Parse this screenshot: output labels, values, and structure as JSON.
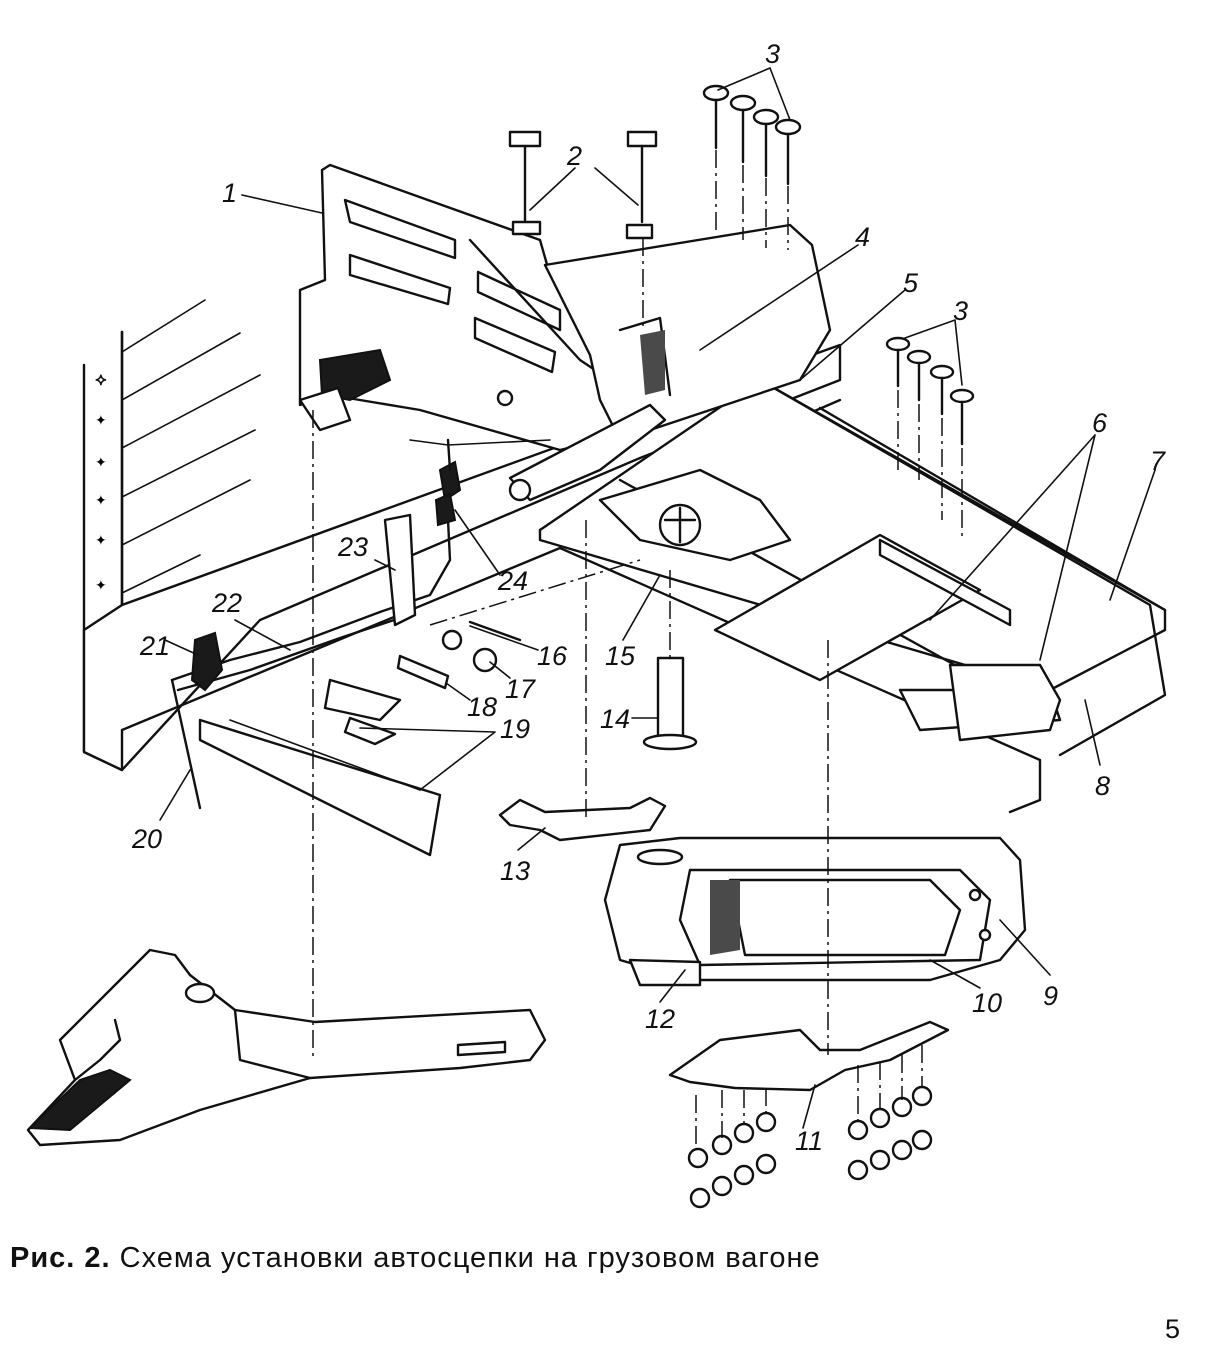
{
  "figure": {
    "caption_prefix": "Рис. 2.",
    "caption_text": "Схема установки автосцепки на грузовом вагоне",
    "labels": [
      "1",
      "2",
      "3",
      "4",
      "5",
      "3",
      "6",
      "7",
      "8",
      "9",
      "10",
      "11",
      "12",
      "13",
      "14",
      "15",
      "16",
      "17",
      "18",
      "19",
      "20",
      "21",
      "22",
      "23",
      "24"
    ]
  },
  "page_number": "5"
}
